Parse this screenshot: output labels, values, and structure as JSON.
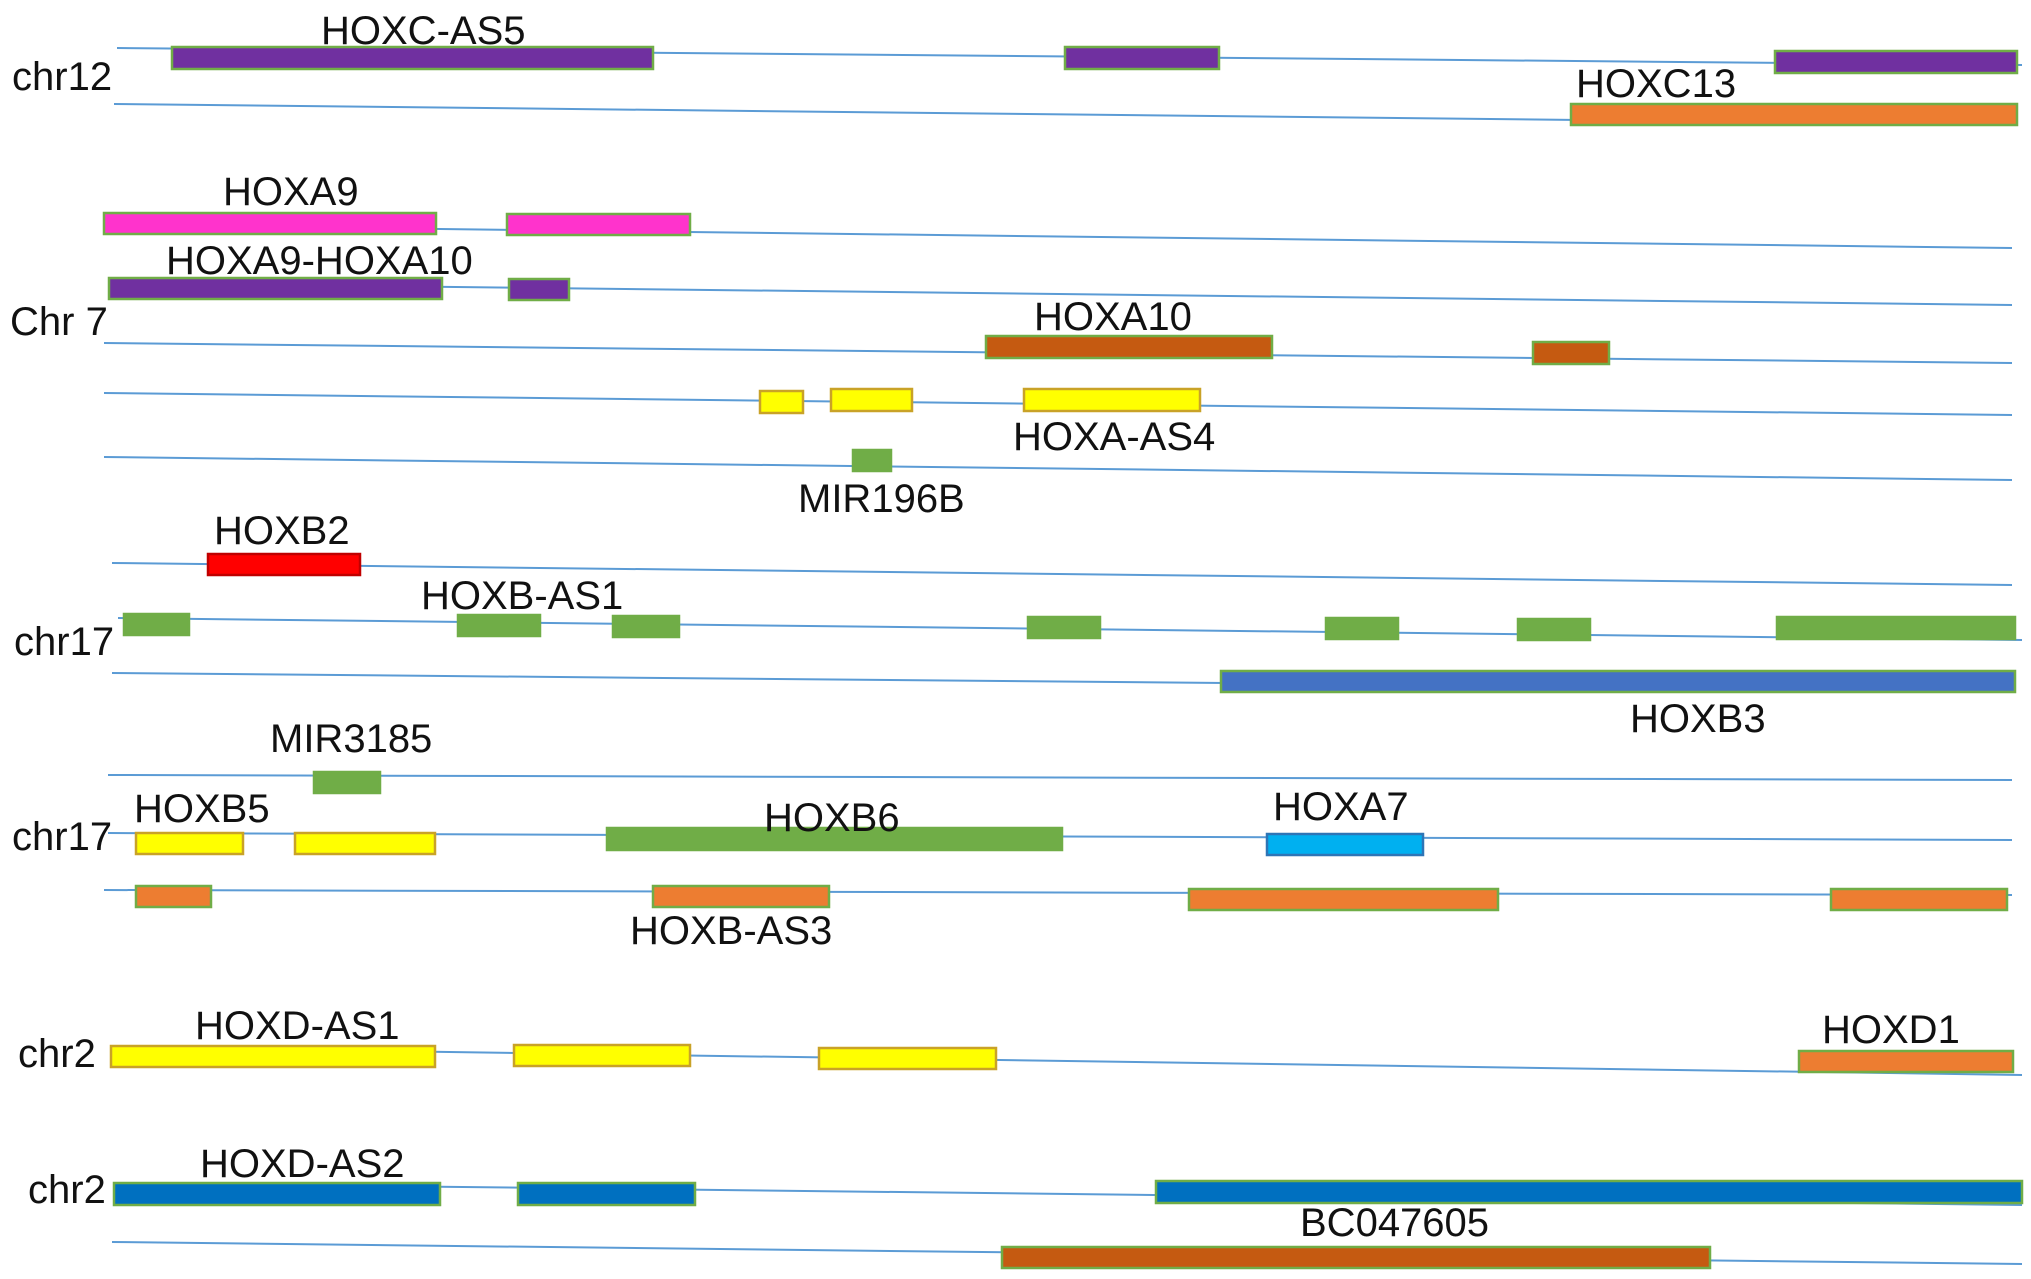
{
  "palette": {
    "line": "#5b9bd5",
    "purple": "#7030a0",
    "orange": "#ed7d31",
    "magenta": "#ff33cc",
    "dark_orange": "#c55a11",
    "yellow": "#ffff00",
    "green": "#70ad47",
    "red": "#ff0000",
    "blue": "#4472c4",
    "cyan": "#00b0f0",
    "steel_blue": "#0070c0"
  },
  "chromosome_labels": [
    "chr12",
    "Chr 7",
    "chr17",
    "chr17",
    "chr2",
    "chr2"
  ],
  "gene_labels": [
    "HOXC-AS5",
    "HOXC13",
    "HOXA9",
    "HOXA9-HOXA10",
    "HOXA10",
    "HOXA-AS4",
    "MIR196B",
    "HOXB2",
    "HOXB-AS1",
    "HOXB3",
    "MIR3185",
    "HOXB5",
    "HOXB6",
    "HOXA7",
    "HOXB-AS3",
    "HOXD-AS1",
    "HOXD1",
    "HOXD-AS2",
    "BC047605"
  ]
}
